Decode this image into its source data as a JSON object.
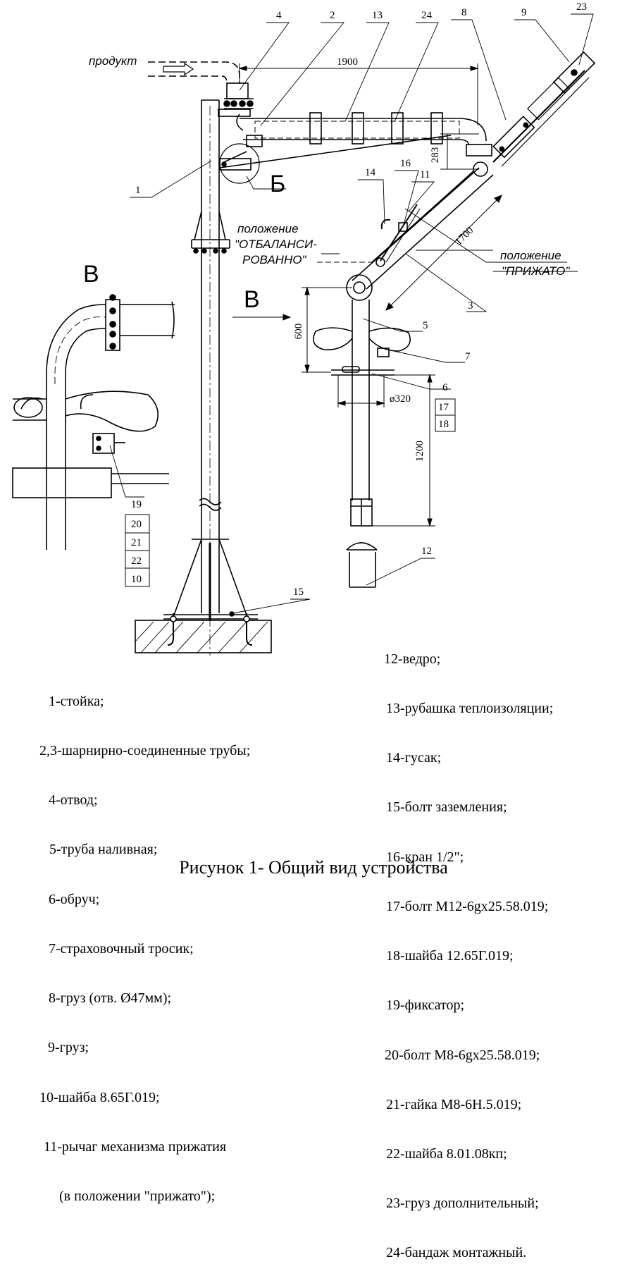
{
  "drawing": {
    "product_label": "продукт",
    "dim_1900": "1900",
    "dim_283": "283",
    "dim_1700": "1700",
    "dim_600": "600",
    "dim_320": "ø320",
    "dim_1200": "1200",
    "view_b_cyr": "Б",
    "view_v_left": "В",
    "view_v_arrow": "В",
    "pos_balanced_1": "положение",
    "pos_balanced_2": "\"ОТБАЛАНСИ-",
    "pos_balanced_3": "РОВАННО\"",
    "pos_pressed_1": "положение",
    "pos_pressed_2": "\"ПРИЖАТО\"",
    "callouts": [
      "4",
      "2",
      "13",
      "24",
      "8",
      "9",
      "23",
      "1",
      "14",
      "16",
      "11",
      "3",
      "5",
      "7",
      "6",
      "17",
      "18",
      "12",
      "15",
      "19",
      "20",
      "21",
      "22",
      "10"
    ]
  },
  "legend_left": [
    "1-стойка;",
    "2,3-шарнирно-соединенные трубы;",
    "4-отвод;",
    "5-труба наливная;",
    "6-обруч;",
    "7-страховочный тросик;",
    "8-груз (отв. Ø47мм);",
    "9-груз;",
    "10-шайба 8.65Г.019;",
    "11-рычаг механизма прижатия",
    "(в положении \"прижато\");"
  ],
  "legend_right": [
    "12-ведро;",
    "13-рубашка теплоизоляции;",
    "14-гусак;",
    "15-болт заземления;",
    "16-кран 1/2\";",
    "17-болт М12-6gx25.58.019;",
    "18-шайба 12.65Г.019;",
    "19-фиксатор;",
    "20-болт М8-6gx25.58.019;",
    "21-гайка М8-6Н.5.019;",
    "22-шайба 8.01.08кп;",
    "23-груз дополнительный;",
    "24-бандаж монтажный."
  ],
  "caption": "Рисунок 1- Общий вид устройства"
}
